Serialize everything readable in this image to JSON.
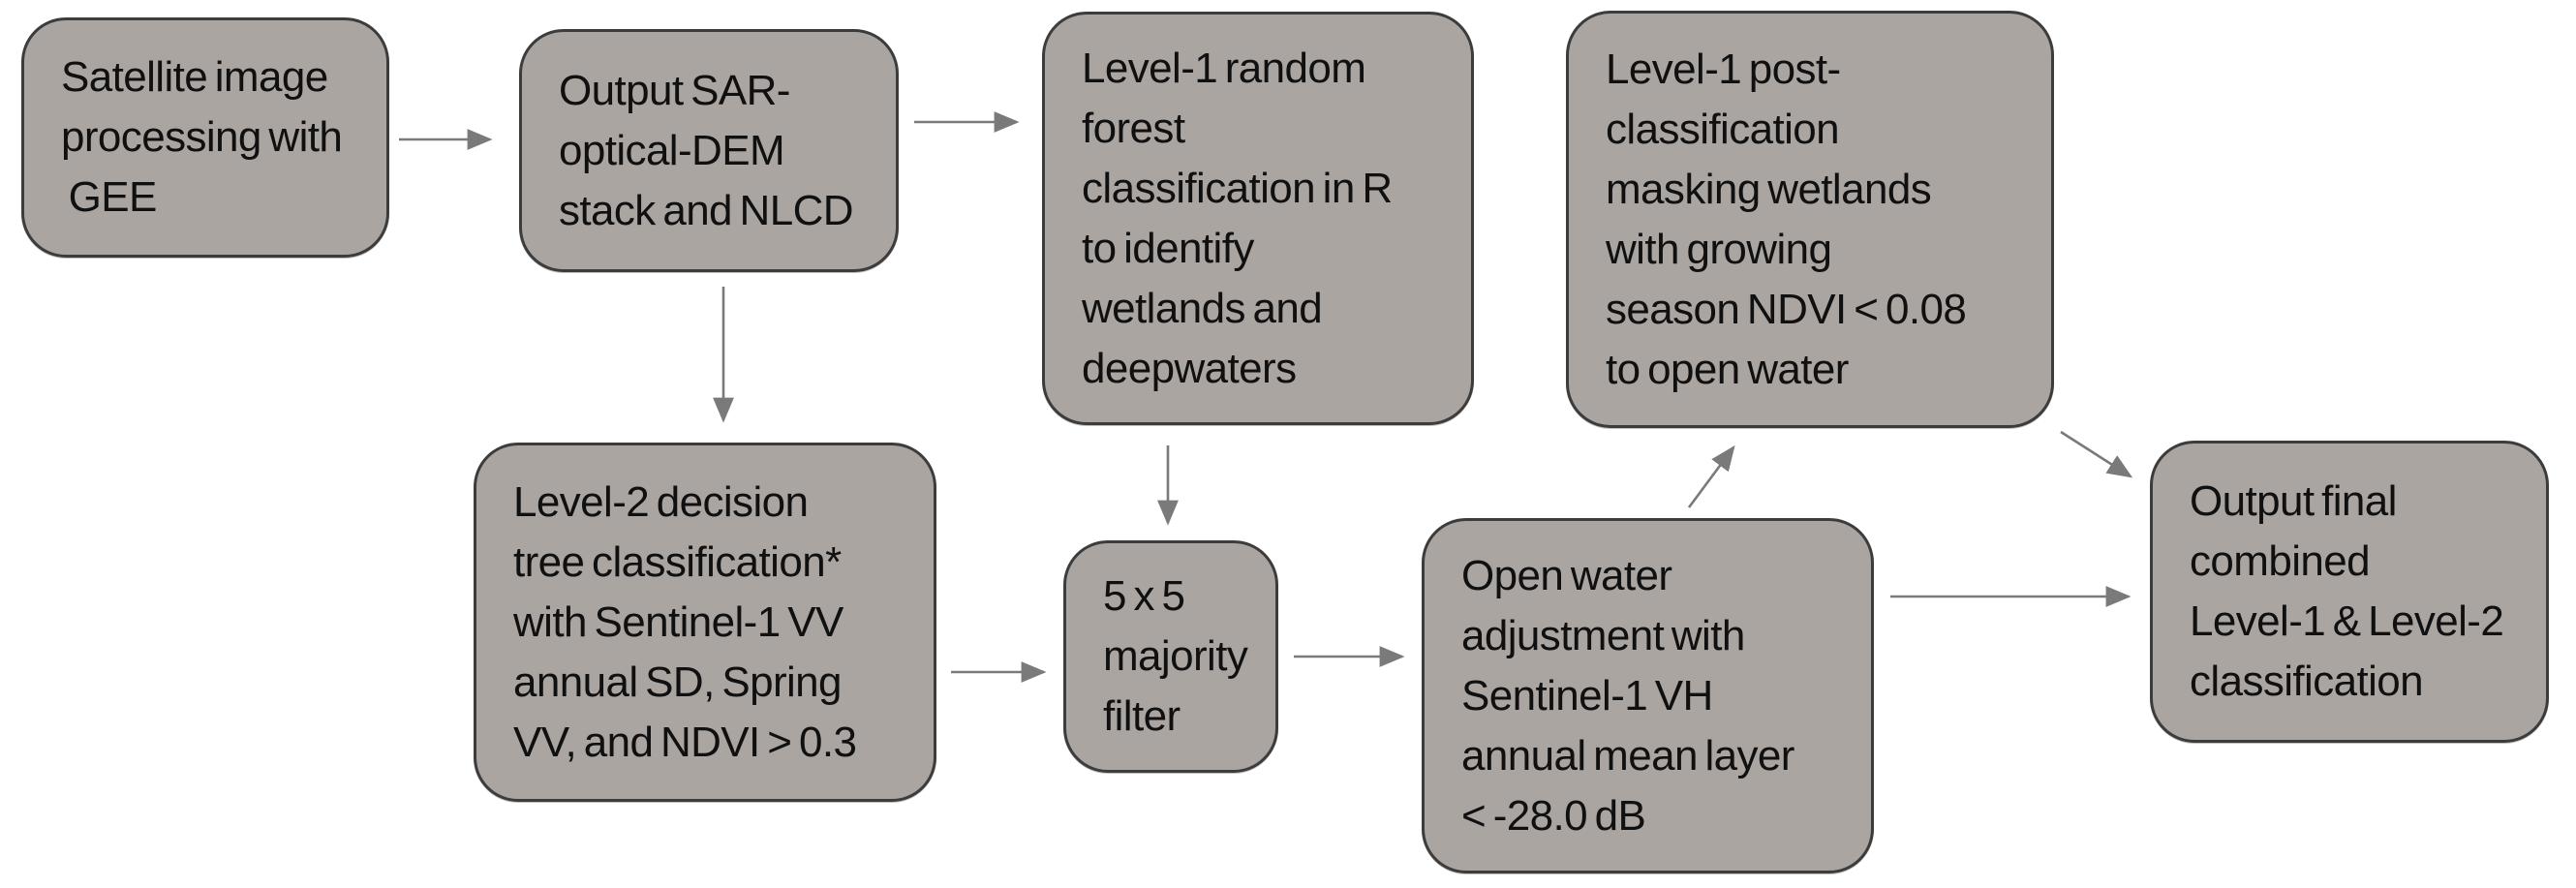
{
  "diagram": {
    "title": "Satellite image processing and wetland classification workflow flowchart",
    "background_color": "#ffffff",
    "node_fill_color": "#aba5a2",
    "node_border_color": "#3c3c3c",
    "node_text_color": "#101010",
    "arrow_color": "#7a7a7a",
    "nodes": [
      {
        "id": "satellite-processing",
        "text": "Satellite image\nprocessing with\n GEE"
      },
      {
        "id": "output-stack",
        "text": "Output SAR-\noptical-DEM\nstack and NLCD"
      },
      {
        "id": "level1-random-forest",
        "text": "Level-1 random\nforest\nclassification in R\nto identify\nwetlands and\ndeepwaters"
      },
      {
        "id": "level1-post-classification",
        "text": "Level-1 post-\nclassification\nmasking wetlands\nwith growing\nseason NDVI < 0.08\nto open water"
      },
      {
        "id": "level2-decision-tree",
        "text": "Level-2 decision\ntree classification*\nwith Sentinel-1 VV\nannual SD, Spring\nVV, and NDVI > 0.3"
      },
      {
        "id": "majority-filter",
        "text": "5 x 5\nmajority\nfilter"
      },
      {
        "id": "open-water-adjustment",
        "text": "Open water\nadjustment with\nSentinel-1 VH\nannual mean layer\n< -28.0 dB"
      },
      {
        "id": "output-final",
        "text": "Output final\ncombined\nLevel-1 & Level-2\nclassification"
      }
    ],
    "edges": [
      {
        "from": "satellite-processing",
        "to": "output-stack",
        "direction": "right"
      },
      {
        "from": "output-stack",
        "to": "level1-random-forest",
        "direction": "right"
      },
      {
        "from": "output-stack",
        "to": "level2-decision-tree",
        "direction": "down"
      },
      {
        "from": "level1-random-forest",
        "to": "majority-filter",
        "direction": "down"
      },
      {
        "from": "level2-decision-tree",
        "to": "majority-filter",
        "direction": "right"
      },
      {
        "from": "majority-filter",
        "to": "open-water-adjustment",
        "direction": "right"
      },
      {
        "from": "open-water-adjustment",
        "to": "level1-post-classification",
        "direction": "up-right"
      },
      {
        "from": "level1-post-classification",
        "to": "output-final",
        "direction": "down-right"
      },
      {
        "from": "open-water-adjustment",
        "to": "output-final",
        "direction": "right"
      }
    ]
  }
}
